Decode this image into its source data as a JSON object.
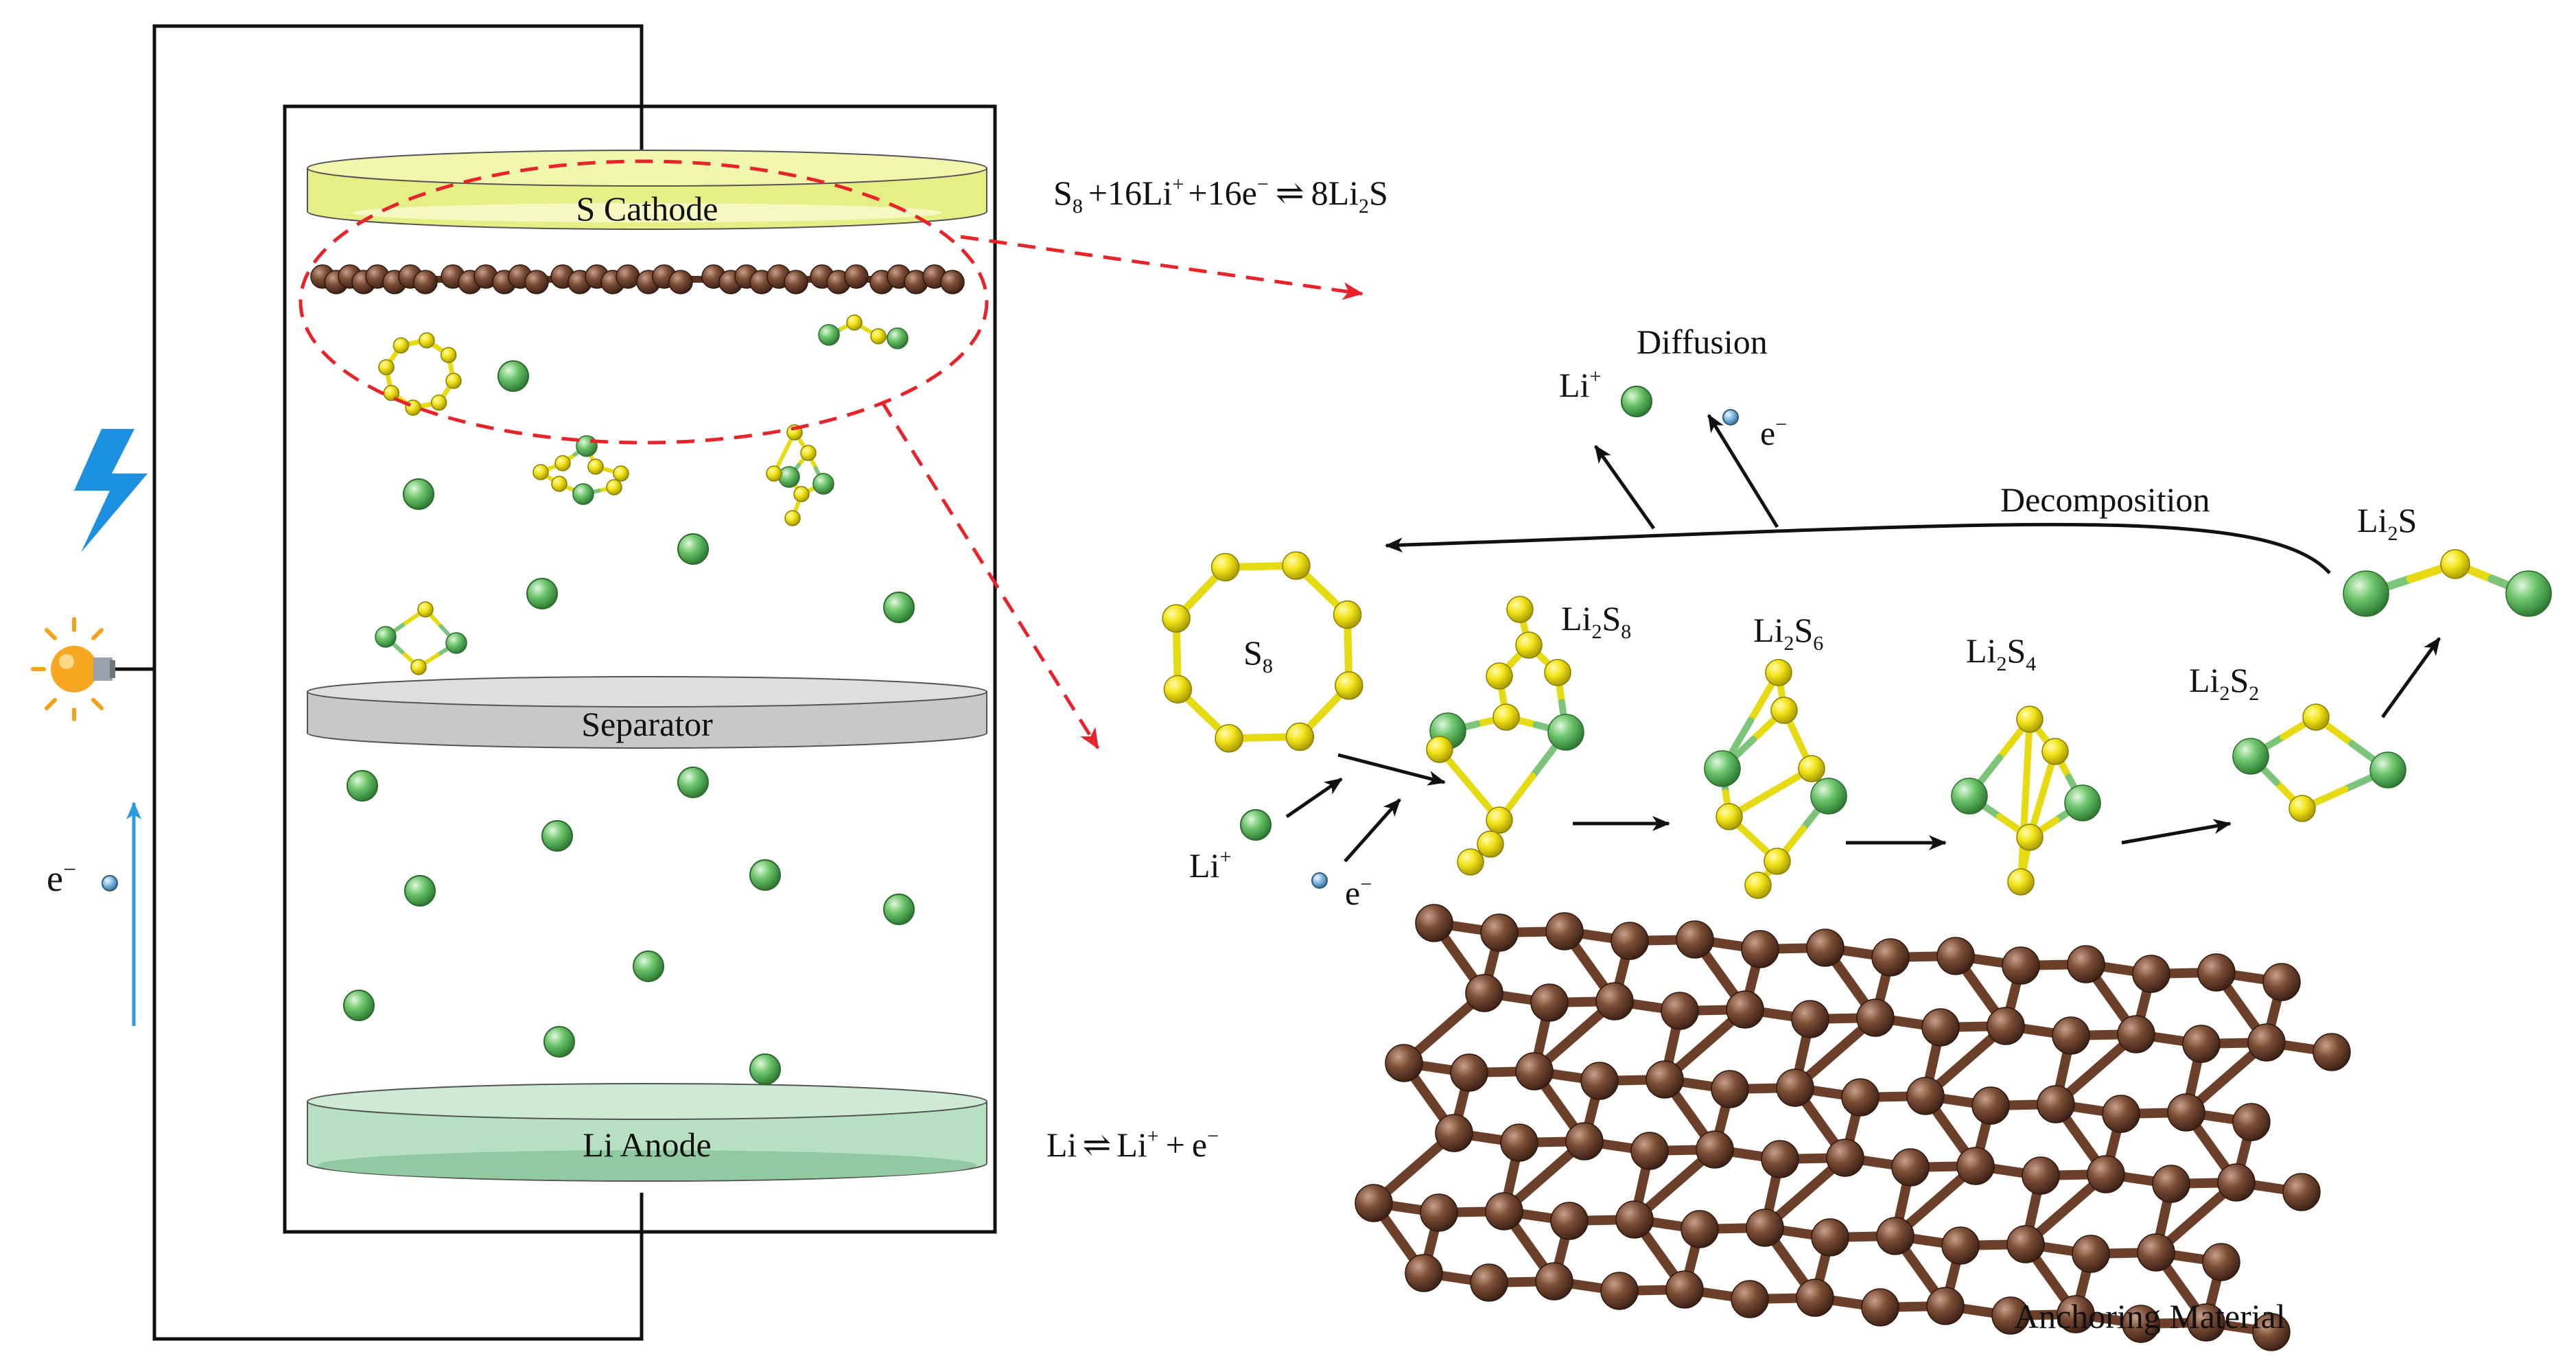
{
  "cell": {
    "cathode_label": "S Cathode",
    "separator_label": "Separator",
    "anode_label": "Li Anode",
    "electron_label": "e−"
  },
  "equations": {
    "cathode": {
      "s": "S",
      "s_sub": "8",
      "plus1": "+16Li",
      "li_sup": "+",
      "plus2": "+16e",
      "e_sup": "−",
      "arrow": "⇌",
      "coef": "8Li",
      "li2_sub": "2",
      "tail": "S"
    },
    "anode": {
      "li": "Li",
      "arrow": "⇌",
      "li_ion": "Li",
      "li_sup": "+",
      "plus": "+",
      "e": "e",
      "e_sup": "−"
    }
  },
  "mechanism": {
    "diffusion_label": "Diffusion",
    "decomposition_label": "Decomposition",
    "anchoring_label": "Anchoring Material",
    "li_ion": {
      "base": "Li",
      "sup": "+"
    },
    "electron": {
      "base": "e",
      "sup": "−"
    },
    "species": {
      "s8": {
        "base": "S",
        "sub": "8"
      },
      "li2s8": {
        "a": "Li",
        "s1": "2",
        "b": "S",
        "s2": "8"
      },
      "li2s6": {
        "a": "Li",
        "s1": "2",
        "b": "S",
        "s2": "6"
      },
      "li2s4": {
        "a": "Li",
        "s1": "2",
        "b": "S",
        "s2": "4"
      },
      "li2s2": {
        "a": "Li",
        "s1": "2",
        "b": "S",
        "s2": "2"
      },
      "li2s": {
        "a": "Li",
        "s1": "2",
        "b": "S"
      }
    }
  },
  "colors": {
    "sulfur": "#e8dc10",
    "lithium": "#5fb85f",
    "electron": "#6aa7d6",
    "carbon": "#7a4a34",
    "cathode_fill": "#eef59a",
    "separator_fill": "#cfcfcf",
    "anode_fill": "#bfe3c8",
    "dashed_red": "#e8232a",
    "current_blue": "#2a9bdc"
  },
  "icons": [
    "lightning-bolt-icon",
    "light-bulb-icon"
  ]
}
